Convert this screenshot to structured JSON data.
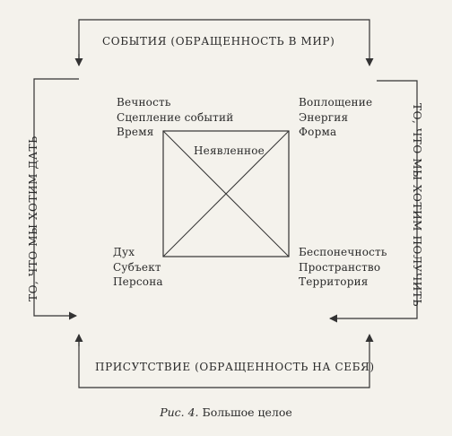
{
  "top_label": "СОБЫТИЯ (ОБРАЩЕННОСТЬ В МИР)",
  "bottom_label": "ПРИСУТСТВИЕ (ОБРАЩЕННОСТЬ НА СЕБЯ)",
  "left_label": "ТО, ЧТО МЫ ХОТИМ ДАТЬ",
  "right_label": "ТО, ЧТО МЫ ХОТИМ ПОЛУЧИТЬ",
  "center_label": "Неявленное",
  "corner_top_left": [
    "Вечность",
    "Сцепление событий",
    "Время"
  ],
  "corner_top_right": [
    "Воплощение",
    "Энергия",
    "Форма"
  ],
  "corner_bottom_left": [
    "Дух",
    "Субъект",
    "Персона"
  ],
  "corner_bottom_right": [
    "Беспонечность",
    "Пространство",
    "Территория"
  ],
  "caption": {
    "prefix": "Рис. 4.",
    "title": "Большое целое"
  }
}
